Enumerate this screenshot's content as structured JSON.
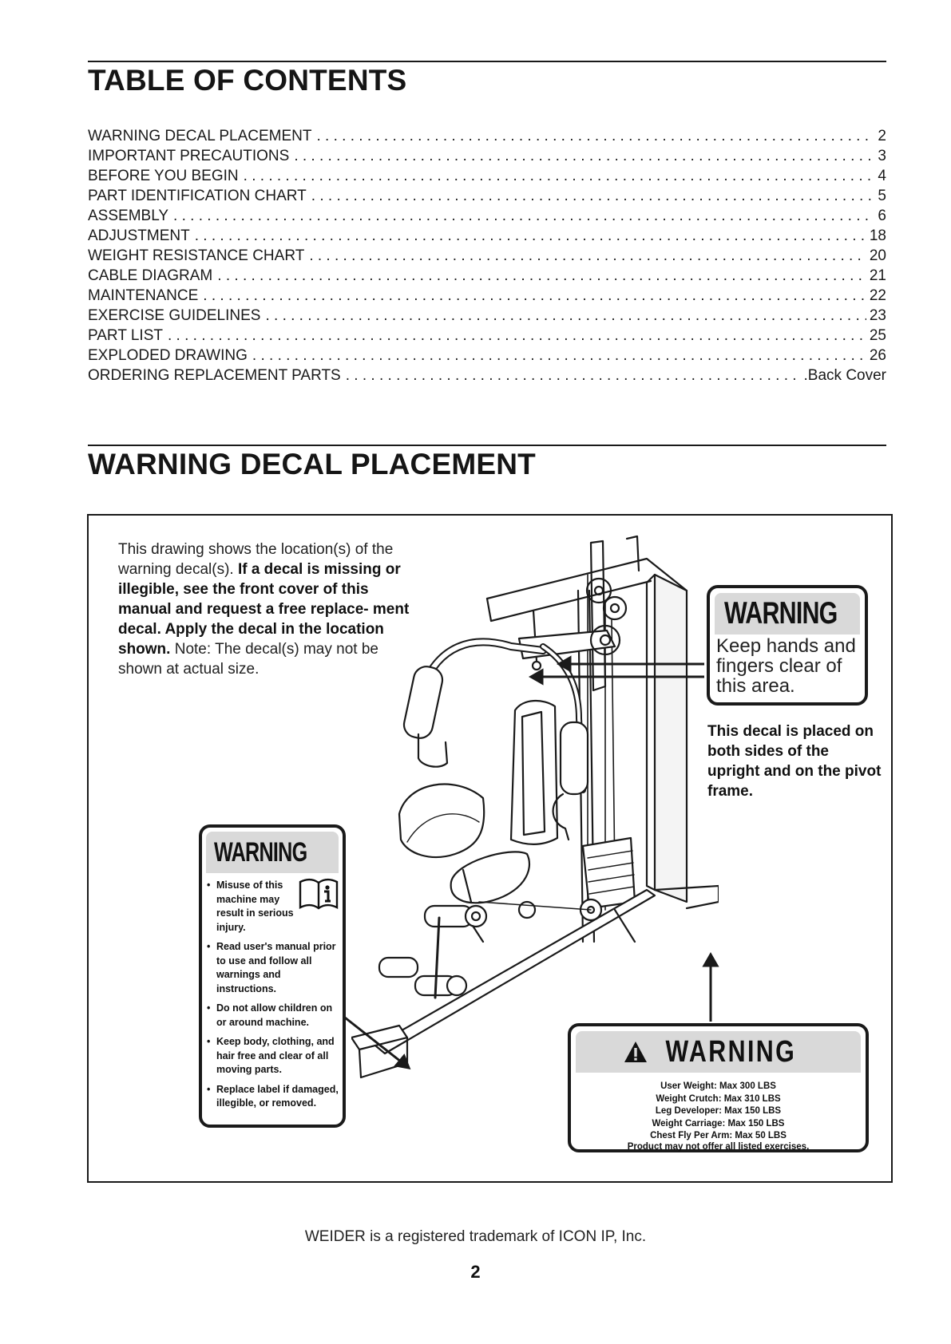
{
  "toc": {
    "heading": "TABLE OF CONTENTS",
    "items": [
      {
        "title": "WARNING DECAL PLACEMENT",
        "page": "2"
      },
      {
        "title": "IMPORTANT PRECAUTIONS",
        "page": "3"
      },
      {
        "title": "BEFORE YOU BEGIN",
        "page": "4"
      },
      {
        "title": "PART IDENTIFICATION CHART",
        "page": "5"
      },
      {
        "title": "ASSEMBLY",
        "page": "6"
      },
      {
        "title": "ADJUSTMENT",
        "page": "18"
      },
      {
        "title": "WEIGHT RESISTANCE CHART",
        "page": "20"
      },
      {
        "title": "CABLE DIAGRAM",
        "page": "21"
      },
      {
        "title": "MAINTENANCE",
        "page": "22"
      },
      {
        "title": "EXERCISE GUIDELINES",
        "page": "23"
      },
      {
        "title": "PART LIST",
        "page": "25"
      },
      {
        "title": "EXPLODED DRAWING",
        "page": "26"
      },
      {
        "title": "ORDERING REPLACEMENT PARTS",
        "page": ".Back Cover"
      }
    ]
  },
  "decal_section": {
    "heading": "WARNING DECAL PLACEMENT",
    "intro_1": "This drawing shows the location(s) of the warning decal(s).",
    "intro_bold": "If a decal is missing or illegible, see the front cover of this manual and request a free replace- ment decal. Apply the decal in the location shown.",
    "intro_note_label": "Note:",
    "intro_note": "The decal(s) may not be shown at actual size.",
    "placed_note": "This decal is placed on both sides of the upright and on the pivot frame."
  },
  "decals": {
    "warning_word": "WARNING",
    "hands": {
      "line1": "Keep hands and",
      "line2": "fingers clear of",
      "line3": "this area."
    },
    "misuse": {
      "items": [
        "Misuse of this machine may result in serious injury.",
        "Read user's manual prior to use and follow all warnings and instructions.",
        "Do not allow children on or around machine.",
        "Keep body, clothing, and hair free and clear of all moving parts.",
        "Replace label if damaged, illegible, or removed."
      ]
    },
    "limits": {
      "lines": [
        "User Weight: Max 300 LBS",
        "Weight Crutch: Max 310 LBS",
        "Leg Developer: Max 150 LBS",
        "Weight Carriage: Max 150 LBS",
        "Chest Fly Per Arm: Max 50 LBS"
      ],
      "footer": "Product may not offer all listed exercises."
    }
  },
  "footer": {
    "trademark": "WEIDER is a registered trademark of ICON IP, Inc.",
    "page_number": "2"
  }
}
